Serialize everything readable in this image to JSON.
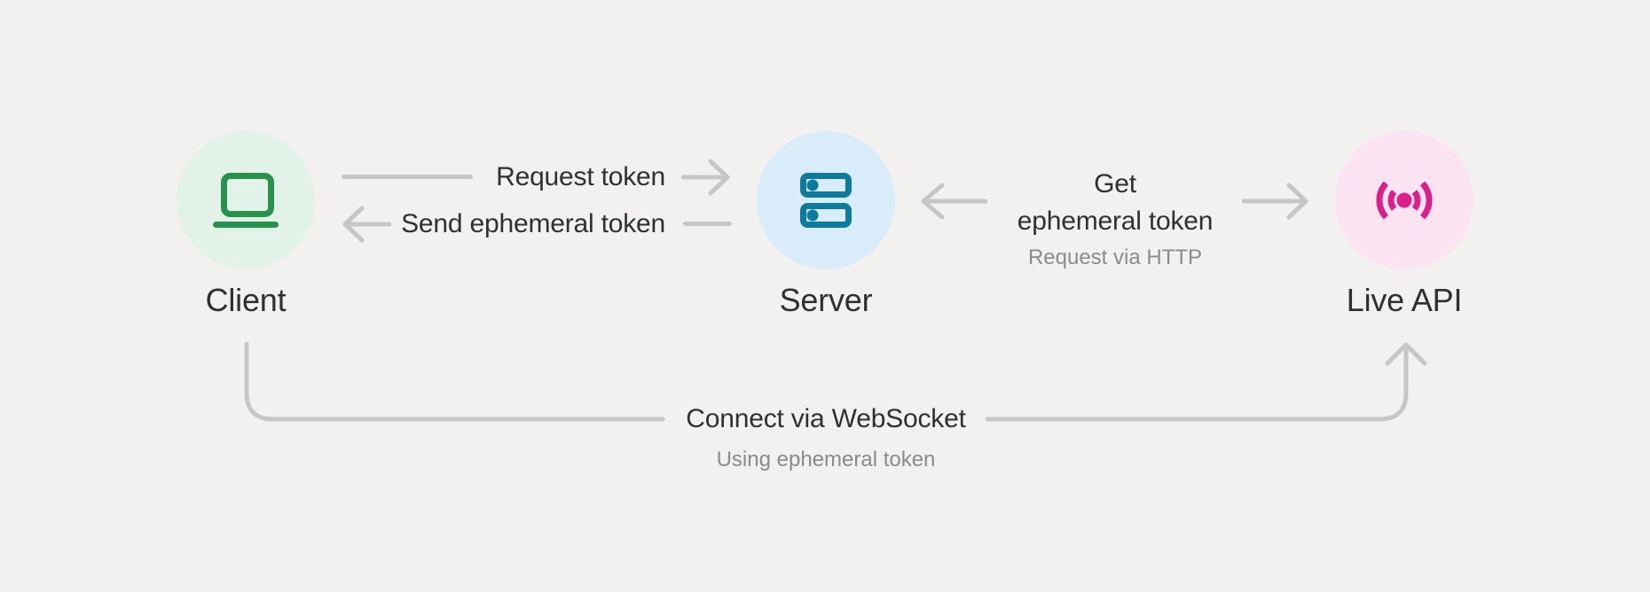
{
  "diagram": {
    "nodes": [
      {
        "label": "Client",
        "icon": "laptop-icon",
        "icon_color": "#28914b",
        "circle_color": "#e3f2e8"
      },
      {
        "label": "Server",
        "icon": "server-icon",
        "icon_color": "#0d7a9e",
        "circle_color": "#d8edf9"
      },
      {
        "label": "Live API",
        "icon": "broadcast-icon",
        "icon_color": "#d82189",
        "circle_color": "#fce3f1"
      }
    ],
    "edges": {
      "request_token": {
        "from": "Client",
        "to": "Server",
        "label": "Request token",
        "direction": "right"
      },
      "send_ephemeral_token": {
        "from": "Server",
        "to": "Client",
        "label": "Send ephemeral token",
        "direction": "left"
      },
      "get_ephemeral_token": {
        "from": "Server",
        "to": "Live API",
        "label_line1": "Get",
        "label_line2": "ephemeral token",
        "sublabel": "Request via HTTP",
        "direction": "both"
      },
      "connect_websocket": {
        "from": "Client",
        "to": "Live API",
        "label": "Connect via WebSocket",
        "sublabel": "Using ephemeral token",
        "direction": "up"
      }
    },
    "colors": {
      "background": "#f2f1ef",
      "text_dark": "#2f3033",
      "text_muted": "#8a8b8c",
      "connector_gray": "#c6c6c4"
    }
  }
}
